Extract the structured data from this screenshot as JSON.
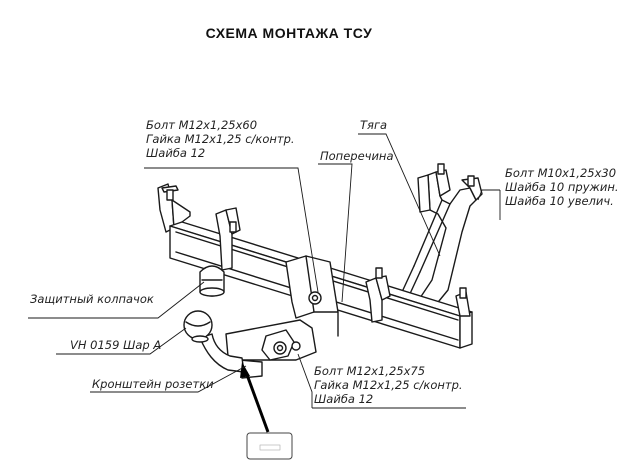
{
  "title": "СХЕМА МОНТАЖА ТСУ",
  "labels": {
    "bolt_top": [
      "Болт М12х1,25х60",
      "Гайка М12х1,25 с/контр.",
      "Шайба 12"
    ],
    "tyaga": "Тяга",
    "poperechina": "Поперечина",
    "bolt_right": [
      "Болт М10х1,25х30",
      "Шайба 10 пружин.",
      "Шайба 10 увелич."
    ],
    "cap": "Защитный колпачок",
    "ball": "VH 0159 Шар А",
    "bracket": "Кронштейн розетки",
    "bolt_bottom": [
      "Болт М12х1,25х75",
      "Гайка М12х1,25 с/контр.",
      "Шайба 12"
    ]
  }
}
